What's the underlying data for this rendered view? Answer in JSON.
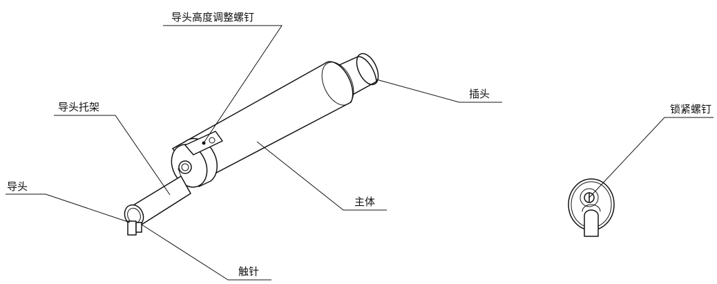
{
  "labels": {
    "height_screw": "导头高度调整螺钉",
    "guide_bracket": "导头托架",
    "guide_head": "导头",
    "plug": "插头",
    "main_body": "主体",
    "stylus": "触针",
    "lock_screw": "锁紧螺钉"
  }
}
